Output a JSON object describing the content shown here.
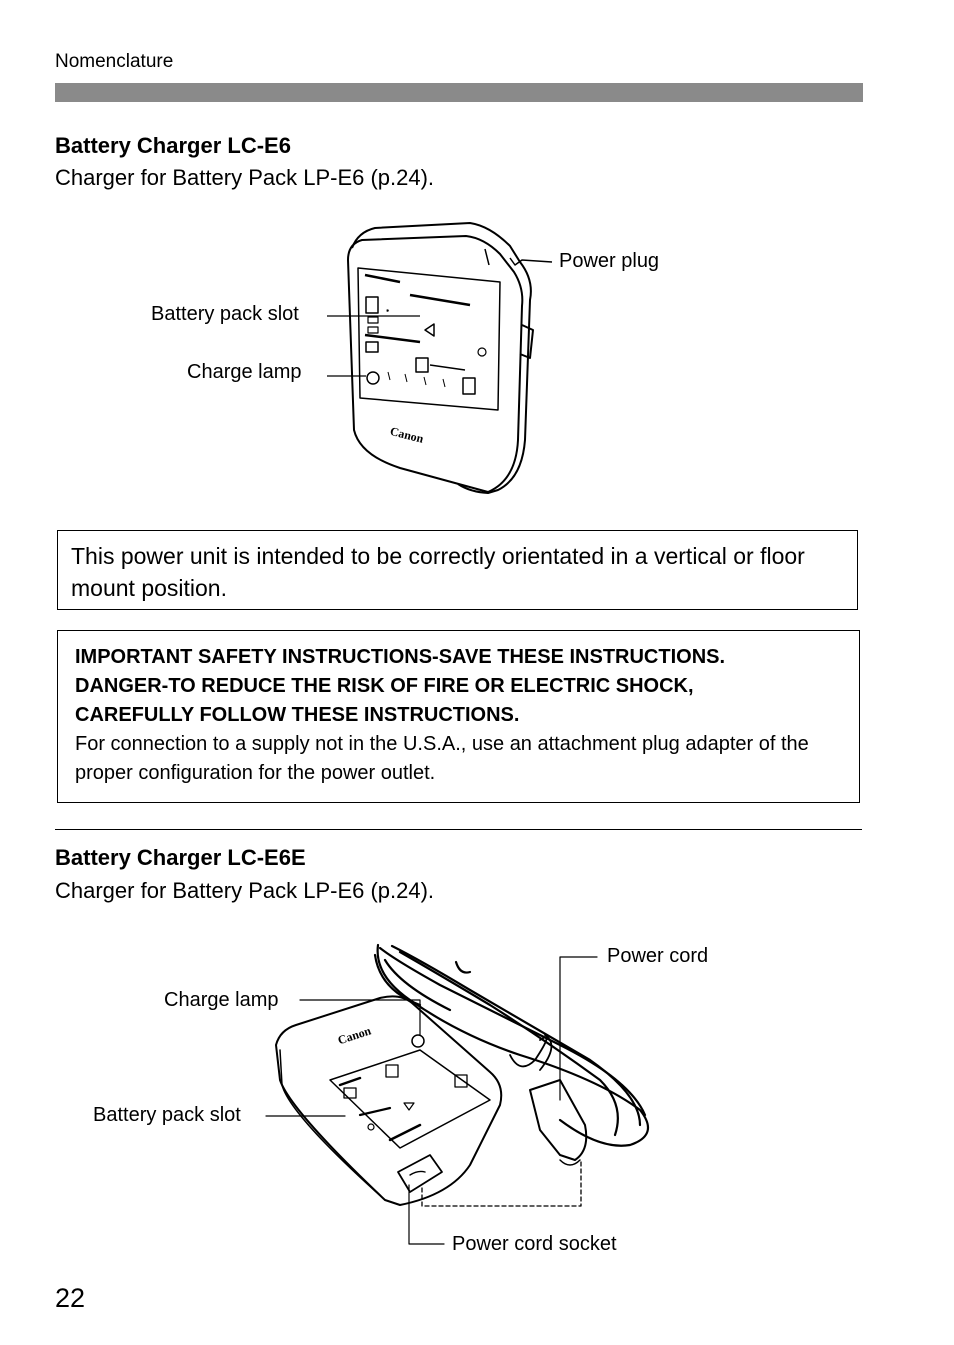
{
  "header": {
    "section_label": "Nomenclature"
  },
  "charger_lce6": {
    "title": "Battery Charger LC-E6",
    "subtitle": "Charger for Battery Pack LP-E6 (p.24).",
    "callouts": {
      "power_plug": "Power plug",
      "battery_slot": "Battery pack slot",
      "charge_lamp": "Charge lamp"
    },
    "brand": "Canon"
  },
  "orientation_note": "This power unit is intended to be correctly orientated in a vertical or floor mount position.",
  "safety": {
    "line1": "IMPORTANT SAFETY INSTRUCTIONS-SAVE THESE INSTRUCTIONS.",
    "line2": "DANGER-TO REDUCE THE RISK OF FIRE OR ELECTRIC SHOCK,",
    "line3": "CAREFULLY FOLLOW THESE INSTRUCTIONS.",
    "body": "For connection to a supply not in the U.S.A., use an attachment plug adapter of the proper configuration for the power outlet."
  },
  "charger_lce6e": {
    "title": "Battery Charger LC-E6E",
    "subtitle": "Charger for Battery Pack LP-E6 (p.24).",
    "callouts": {
      "power_cord": "Power cord",
      "charge_lamp": "Charge lamp",
      "battery_slot": "Battery pack slot",
      "cord_socket": "Power cord socket"
    },
    "brand": "Canon"
  },
  "page_number": "22"
}
